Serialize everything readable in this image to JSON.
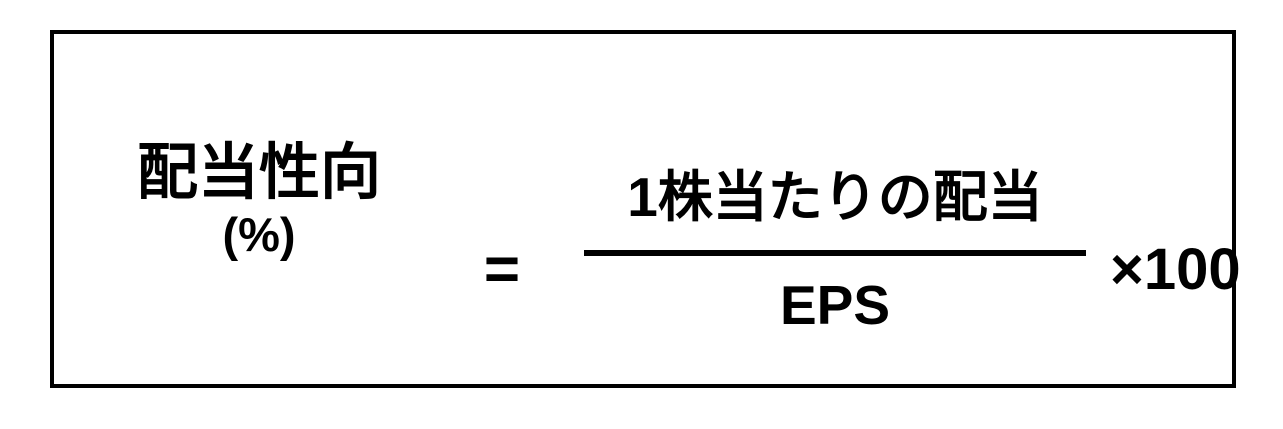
{
  "figure": {
    "kind": "formula-diagram",
    "background_color": "#ffffff",
    "ink_color": "#000000"
  },
  "frame": {
    "border_color": "#000000"
  },
  "formula": {
    "left_side": {
      "term": "配当性向",
      "unit": "(%)"
    },
    "operator_equals": "=",
    "fraction": {
      "numerator": "1株当たりの配当",
      "denominator": "EPS"
    },
    "multiplier": "×100"
  }
}
